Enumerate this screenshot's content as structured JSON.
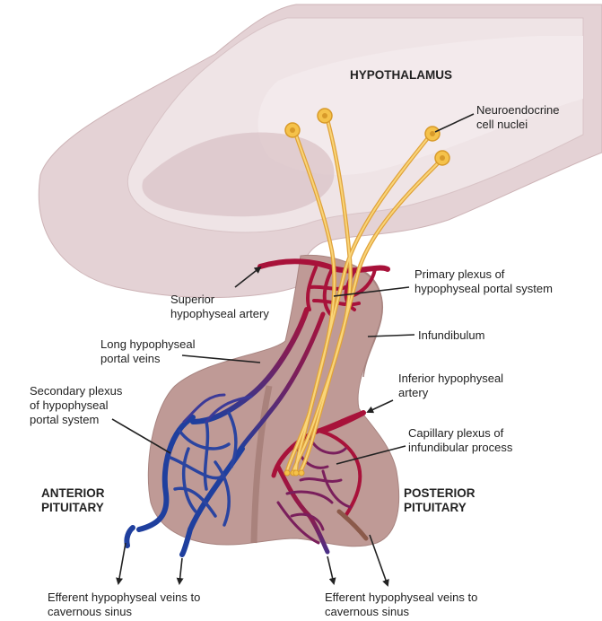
{
  "labels": {
    "hypothalamus": "HYPOTHALAMUS",
    "neuroendocrine": "Neuroendocrine\ncell nuclei",
    "superior_artery": "Superior\nhypophyseal artery",
    "primary_plexus": "Primary plexus of\nhypophyseal portal system",
    "infundibulum": "Infundibulum",
    "long_veins": "Long hypophyseal\nportal veins",
    "inferior_artery": "Inferior hypophyseal\nartery",
    "secondary_plexus": "Secondary plexus\nof hypophyseal\nportal system",
    "capillary_plexus": "Capillary plexus of\ninfundibular process",
    "anterior": "ANTERIOR\nPITUITARY",
    "posterior": "POSTERIOR\nPITUITARY",
    "efferent_left": "Efferent hypophyseal veins to\ncavernous sinus",
    "efferent_right": "Efferent hypophyseal veins to\ncavernous sinus"
  },
  "colors": {
    "tissue_light": "#f1e7e9",
    "tissue_mid": "#e2cdd0",
    "tissue_dark": "#c9a8a8",
    "pituitary": "#bf9a96",
    "artery": "#a8123a",
    "vein": "#1f3f9e",
    "neuron": "#f5c24a"
  }
}
